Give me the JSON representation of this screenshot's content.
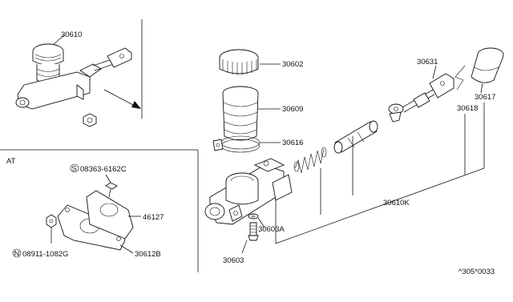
{
  "inset_section_label": "AT",
  "callouts": {
    "c30610": "30610",
    "c30602": "30602",
    "c30609": "30609",
    "c30616": "30616",
    "c30631": "30631",
    "c30617": "30617",
    "c30618": "30618",
    "c30610K": "30610K",
    "c30603A": "30603A",
    "c30603": "30603",
    "c08363": "08363-6162C",
    "c46127": "46127",
    "c08911": "08911-1082G",
    "c30612B": "30612B"
  },
  "fastener_prefixes": {
    "screw": "S",
    "nut": "N"
  },
  "diagram_code": "^305*0033"
}
